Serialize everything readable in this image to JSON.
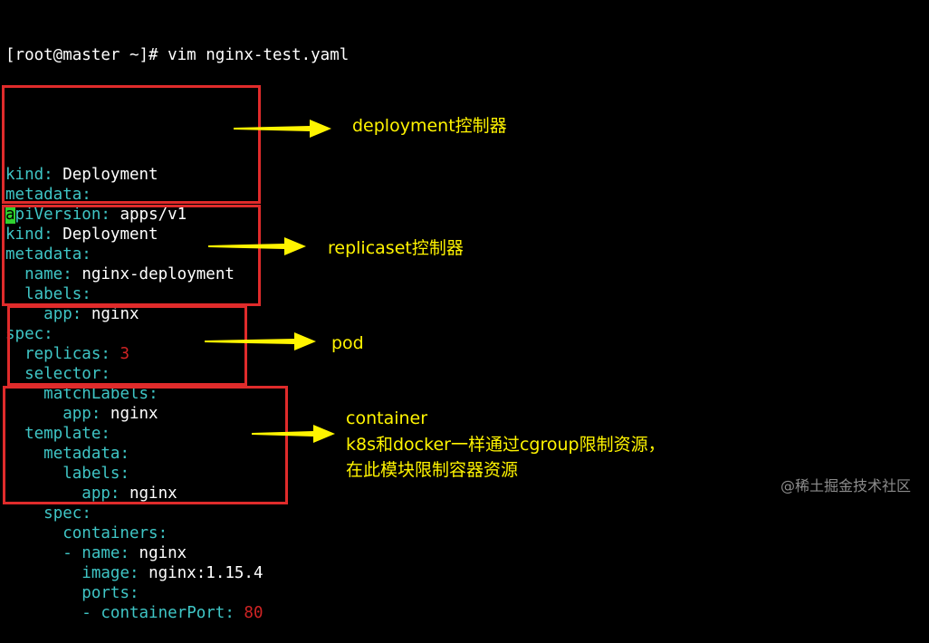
{
  "terminal": {
    "prompt": "[root@master ~]# vim nginx-test.yaml",
    "lines": [
      {
        "indent": "",
        "key": "kind",
        "value": "Deployment"
      },
      {
        "indent": "",
        "key": "metadata",
        "value": ""
      },
      {
        "indent": "",
        "key": "apiVersion",
        "value": "apps/v1",
        "cursor": true
      },
      {
        "indent": "",
        "key": "kind",
        "value": "Deployment"
      },
      {
        "indent": "",
        "key": "metadata",
        "value": ""
      },
      {
        "indent": "  ",
        "key": "name",
        "value": "nginx-deployment"
      },
      {
        "indent": "  ",
        "key": "labels",
        "value": ""
      },
      {
        "indent": "    ",
        "key": "app",
        "value": "nginx"
      },
      {
        "indent": "",
        "key": "spec",
        "value": ""
      },
      {
        "indent": "  ",
        "key": "replicas",
        "value": "3",
        "numeric": true
      },
      {
        "indent": "  ",
        "key": "selector",
        "value": ""
      },
      {
        "indent": "    ",
        "key": "matchLabels",
        "value": ""
      },
      {
        "indent": "      ",
        "key": "app",
        "value": "nginx"
      },
      {
        "indent": "  ",
        "key": "template",
        "value": ""
      },
      {
        "indent": "    ",
        "key": "metadata",
        "value": ""
      },
      {
        "indent": "      ",
        "key": "labels",
        "value": ""
      },
      {
        "indent": "        ",
        "key": "app",
        "value": "nginx"
      },
      {
        "indent": "    ",
        "key": "spec",
        "value": ""
      },
      {
        "indent": "      ",
        "key": "containers",
        "value": ""
      },
      {
        "indent": "      ",
        "dash": true,
        "key": "name",
        "value": "nginx"
      },
      {
        "indent": "        ",
        "key": "image",
        "value": "nginx:1.15.4"
      },
      {
        "indent": "        ",
        "key": "ports",
        "value": ""
      },
      {
        "indent": "        ",
        "dash": true,
        "key": "containerPort",
        "value": "80",
        "numeric": true
      }
    ]
  },
  "annotations": {
    "deployment": "deployment控制器",
    "replicaset": "replicaset控制器",
    "pod": "pod",
    "container_title": "container",
    "container_line1": "k8s和docker一样通过cgroup限制资源，",
    "container_line2": "在此模块限制容器资源"
  },
  "watermark": "@稀土掘金技术社区",
  "colors": {
    "background": "#000000",
    "yaml_key": "#3fc6c6",
    "yaml_value": "#ffffff",
    "yaml_number": "#d02424",
    "cursor": "#2fd12f",
    "box_border": "#e02b2b",
    "annotation_text": "#fff400"
  }
}
